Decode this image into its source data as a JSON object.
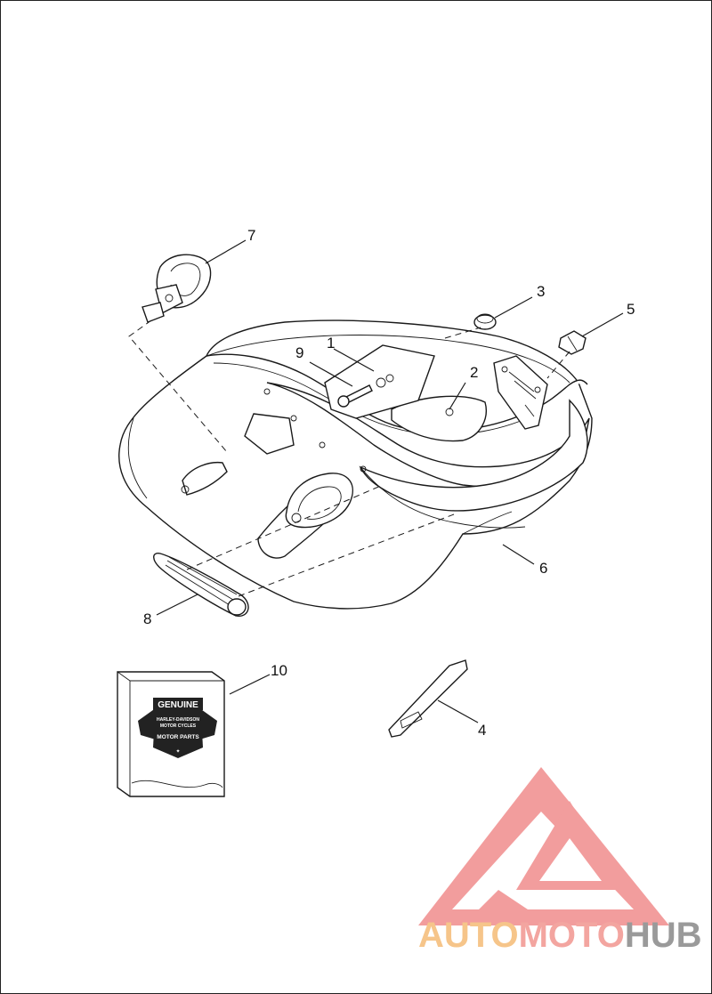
{
  "callouts": [
    {
      "id": "1",
      "label": "1"
    },
    {
      "id": "2",
      "label": "2"
    },
    {
      "id": "3",
      "label": "3"
    },
    {
      "id": "4",
      "label": "4"
    },
    {
      "id": "5",
      "label": "5"
    },
    {
      "id": "6",
      "label": "6"
    },
    {
      "id": "7",
      "label": "7"
    },
    {
      "id": "8",
      "label": "8"
    },
    {
      "id": "9",
      "label": "9"
    },
    {
      "id": "10",
      "label": "10"
    }
  ],
  "logo": {
    "genuine": "GENUINE",
    "brand_line1": "HARLEY-DAVIDSON",
    "brand_line2": "MOTOR CYCLES",
    "motor_parts": "MOTOR PARTS"
  },
  "watermark": {
    "part_auto": "AUTO",
    "part_moto": "MOTO",
    "part_hub": "HUB",
    "colors": {
      "auto": "#f6c58a",
      "moto": "#f3a5a0",
      "hub": "#9a9a9a",
      "triangle": "#f08c8c"
    }
  }
}
